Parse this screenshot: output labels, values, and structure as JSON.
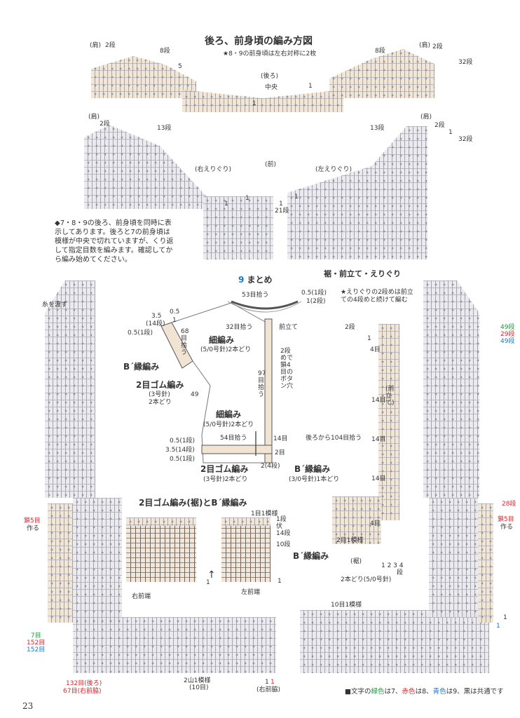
{
  "title": "後ろ、前身頃の編み方図",
  "subtitle": "★8・9の前身頃は左右対称に2枚",
  "back_labels": {
    "back": "(後ろ)",
    "center": "中央",
    "shoulder_l": "(肩)",
    "shoulder_r": "(肩)",
    "r2": "2段",
    "r8": "8段",
    "r5": "5",
    "r8b": "8段",
    "r2b": "2段",
    "r32": "32段",
    "one": "1",
    "one_b": "1"
  },
  "front_labels": {
    "shoulder_l": "(肩)",
    "shoulder_r": "(肩)",
    "r2": "2段",
    "r13": "13段",
    "r13b": "13段",
    "r2b": "2段",
    "r1": "1",
    "r32": "32段",
    "right_neck": "(右えりぐり)",
    "front": "(前)",
    "left_neck": "(左えりぐり)",
    "r21": "21段",
    "one": "1",
    "one_b": "1",
    "one_c": "1",
    "one_d": "1"
  },
  "note": "◆7・8・9の後ろ、前身頃を同時に表示してあります。後ろと7の前身頃は模様が中央で切れていますが、くり返して指定目数を編みます。確認してから編み始めてください。",
  "thread_cross": "糸を渡す",
  "section9": {
    "num": "9",
    "title": "まとめ"
  },
  "hem_title": "裾・前立て・えりぐり",
  "hem_note": "★えりぐりの2段めは前立ての4段めと続けて編む",
  "collar": {
    "pick53": "53目拾う",
    "r05a": "0.5(1段)",
    "r1a": "1(2段)",
    "r35": "3.5",
    "r14": "(14段)",
    "r05b": "0.5",
    "r1b": "1",
    "r05c": "0.5(1段)",
    "pick68": "68目拾う",
    "pick32": "32目拾う",
    "front_placket": "前立て",
    "sc_a": "細編み",
    "sc_a_needle": "(5/0号針)2本どり",
    "b_edge_a": "B´縁編み",
    "rib_a": "2目ゴム編み",
    "rib_a_needle": "(3号針)",
    "rib_a_strand": "2本どり",
    "pick97": "97目拾う",
    "buttonhole": "2段めで鎖4目のボタン穴",
    "r49": "49",
    "sc_b": "細編み",
    "sc_b_needle": "(5/0号針)2本どり",
    "pick54": "54目拾う",
    "r05d": "0.5(1段)",
    "r35b": "3.5(14段)",
    "r05e": "0.5(1段)",
    "r14b": "14目",
    "r2b": "2目",
    "pick104": "後ろから104目拾う",
    "r2c": "2(4段)",
    "rib_b": "2目ゴム編み",
    "rib_b_needle": "(3号針)2本どり",
    "b_edge_b": "B´縁編み",
    "b_edge_b_needle": "(3/0号針)1本どり"
  },
  "hem_section": {
    "title": "2目ゴム編み(裾)とB´縁編み",
    "r1": "1目1模様",
    "r1段": "1段",
    "fuku": "伏",
    "r14": "14段",
    "r10": "10段",
    "r1b": "1",
    "right_front": "右前端",
    "left_front": "左前端",
    "one": "1"
  },
  "placket": {
    "r2": "2段",
    "r1": "1",
    "r4a": "4目",
    "r14a": "14目",
    "label": "(前立て)",
    "r14b": "14目",
    "r14c": "14目",
    "r4b": "4目",
    "pattern": "2目1模様",
    "hem": "(裾)",
    "nums": "1 2 3  4",
    "nums2": "段",
    "strand": "2本どり(5/0号針)",
    "b_edge": "B´縁編み"
  },
  "right_side": {
    "r49": "49段",
    "r29": "29段",
    "r49b": "49段",
    "r28": "28段",
    "chain5": "鎖5目",
    "make": "作る",
    "one": "1",
    "one_b": "1"
  },
  "left_side": {
    "chain5": "鎖5目",
    "make": "作る",
    "r7": "7目",
    "r152": "152目",
    "r152b": "152目"
  },
  "bottom": {
    "p132": "132目(後ろ)",
    "p67": "67目(右前脇)",
    "pattern": "2山1模様",
    "r10": "(10目)",
    "one": "1",
    "r10pattern": "10目1模様",
    "right_front_side": "(右前脇)",
    "one_b": "1"
  },
  "legend": "■文字の緑色は7、赤色は8、青色は9、黒は共通です",
  "legend_parts": {
    "pre": "■文字の",
    "g": "緑色",
    "gn": "は7、",
    "r": "赤色",
    "rn": "は8、",
    "b": "青色",
    "bn": "は9、",
    "k": "黒は共通です"
  },
  "page_number": "23",
  "colors": {
    "green": "#1a9b3a",
    "red": "#d2282e",
    "blue": "#1a76c8",
    "beige": "#f1e4d3",
    "gray": "#e9e9ee"
  }
}
